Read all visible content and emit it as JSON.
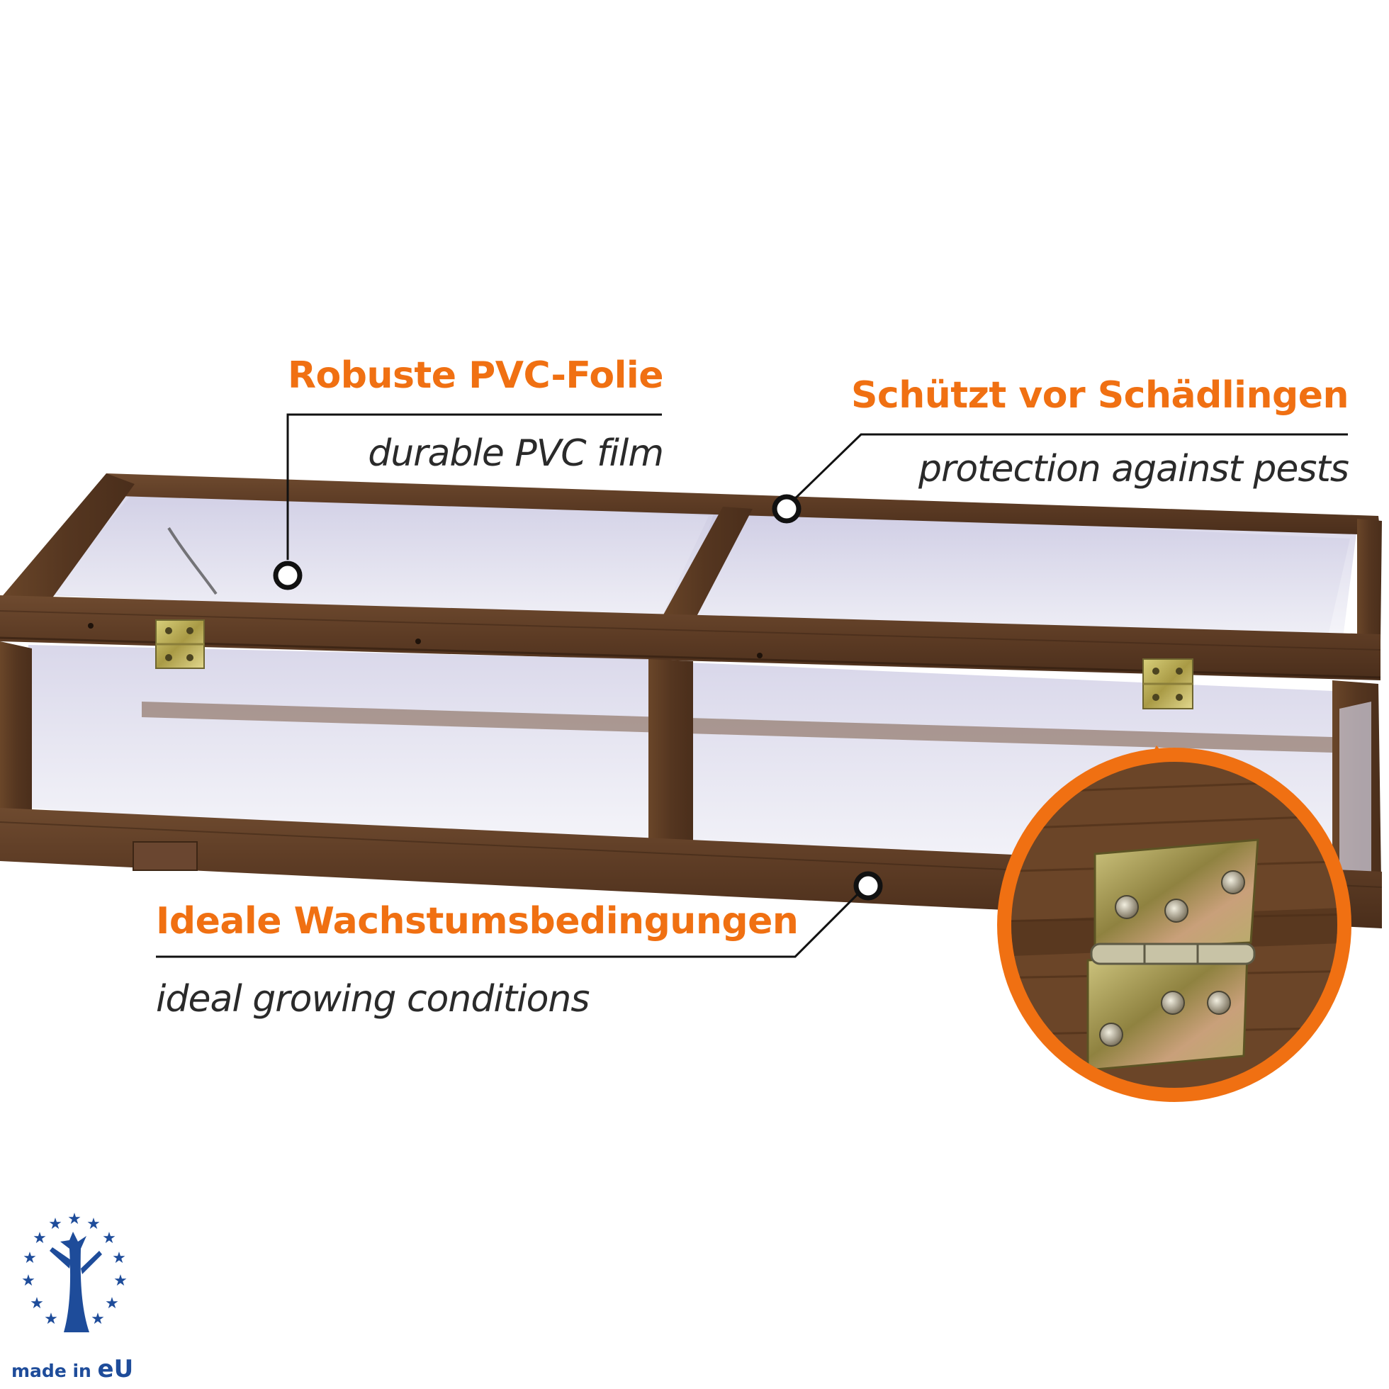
{
  "colors": {
    "accent": "#f07012",
    "wood": "#5c3b24",
    "brand_blue": "#1e4c9a",
    "leader": "#111111"
  },
  "features": [
    {
      "heading": "Robuste PVC-Folie",
      "subtitle": "durable PVC film"
    },
    {
      "heading": "Schützt vor Schädlingen",
      "subtitle": "protection against pests"
    },
    {
      "heading": "Ideale Wachstumsbedingungen",
      "subtitle": "ideal growing conditions"
    }
  ],
  "badge": {
    "prefix": "made in ",
    "suffix": "eU",
    "icon": "eu-tree-stars-icon"
  },
  "detail": {
    "icon": "hinge-closeup-icon"
  }
}
